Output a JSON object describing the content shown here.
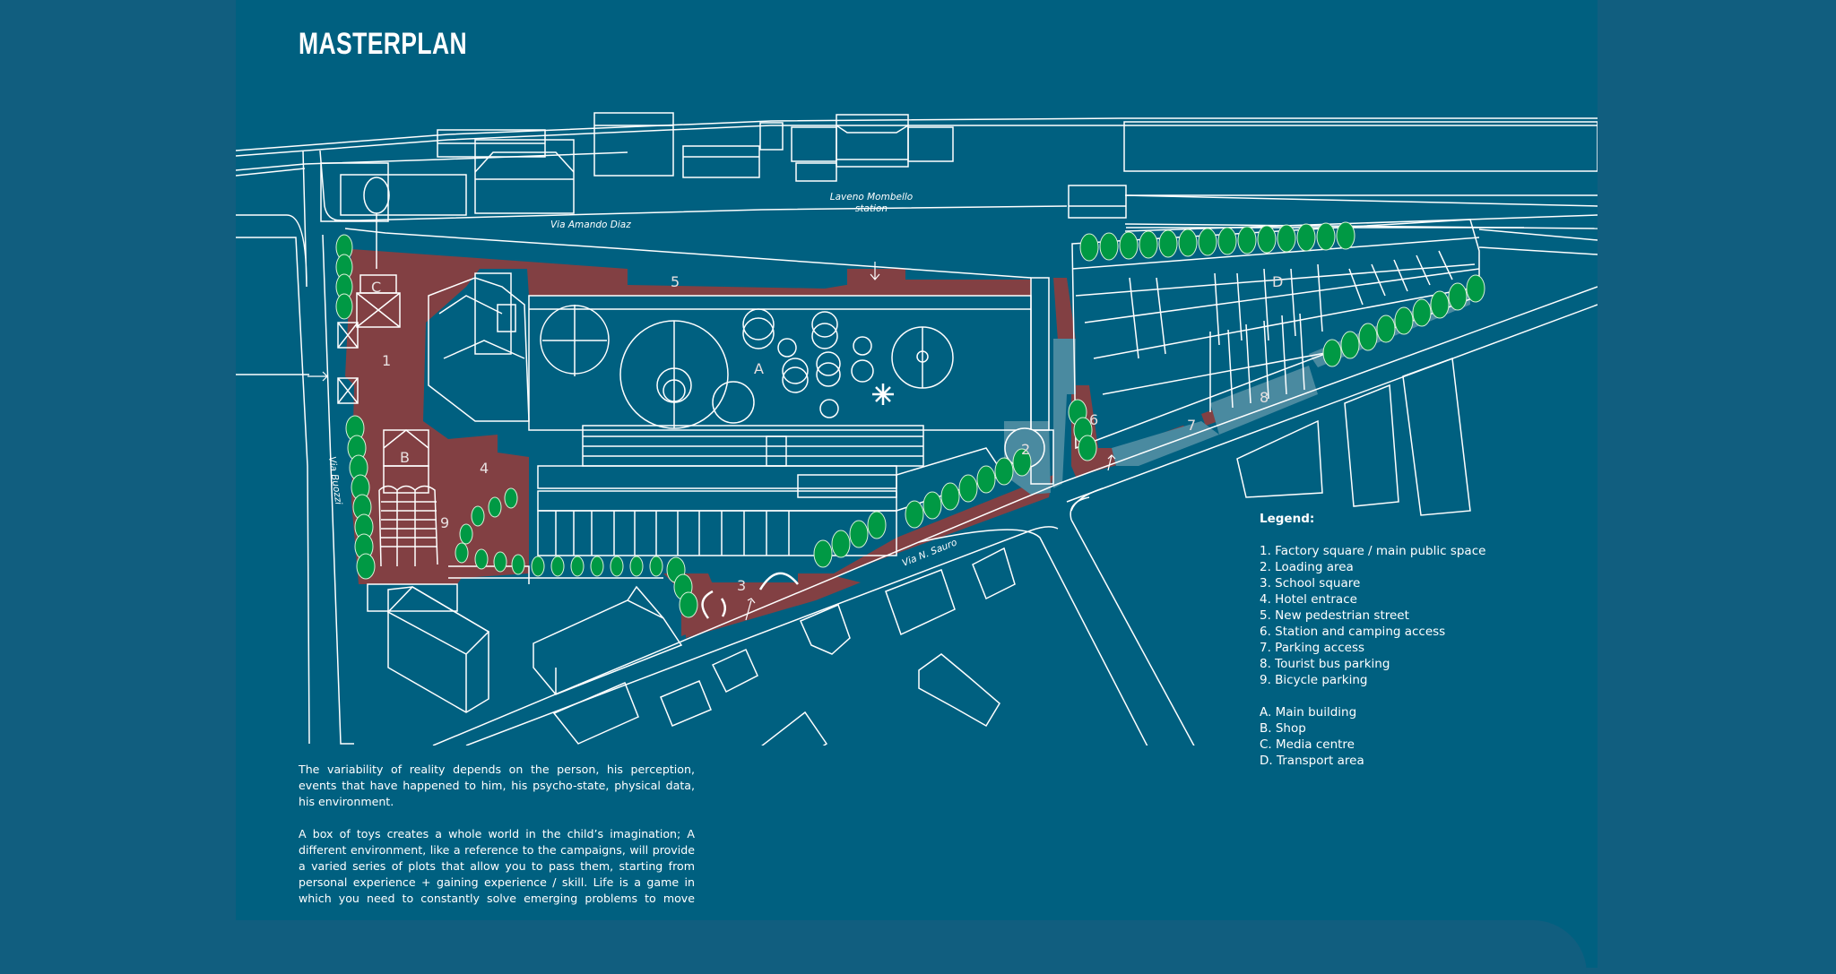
{
  "page": {
    "title": "MASTERPLAN"
  },
  "colors": {
    "background": "#115e7f",
    "panel": "#006080",
    "public_space": "#824043",
    "transport_zone": "#4a8aa0",
    "trees": "#009944",
    "lines": "#ffffff"
  },
  "map": {
    "street_labels": {
      "via_amando_diaz": "Via Amando Diaz",
      "via_buozzi": "Via Buozzi",
      "via_n_sauro": "Via N. Sauro",
      "station_line1": "Laveno Mombello",
      "station_line2": "station"
    },
    "zone_markers": {
      "z1": "1",
      "z2": "2",
      "z3": "3",
      "z4": "4",
      "z5": "5",
      "z6": "6",
      "z7": "7",
      "z8": "8",
      "z9": "9",
      "zA": "A",
      "zB": "B",
      "zC": "C",
      "zD": "D"
    }
  },
  "legend": {
    "title": "Legend:",
    "numbered": [
      "1. Factory square / main public space",
      "2. Loading area",
      "3. School square",
      "4. Hotel entrace",
      "5. New pedestrian street",
      "6. Station and camping access",
      "7. Parking access",
      "8. Tourist bus parking",
      "9. Bicycle parking"
    ],
    "lettered": [
      "A. Main building",
      "B. Shop",
      "C. Media centre",
      "D. Transport area"
    ]
  },
  "text": {
    "paragraph1": "The variability of reality depends on the person, his perception, events that have happened to him, his psycho-state, physical data, his environment.",
    "paragraph2": "A box of toys creates a whole world in the child’s imagination; A different environment, like a reference to the campaigns, will provide a varied series of plots that allow you to pass them, starting from personal experience + gaining experience / skill. Life is a game in which you need to constantly solve emerging problems to move"
  }
}
